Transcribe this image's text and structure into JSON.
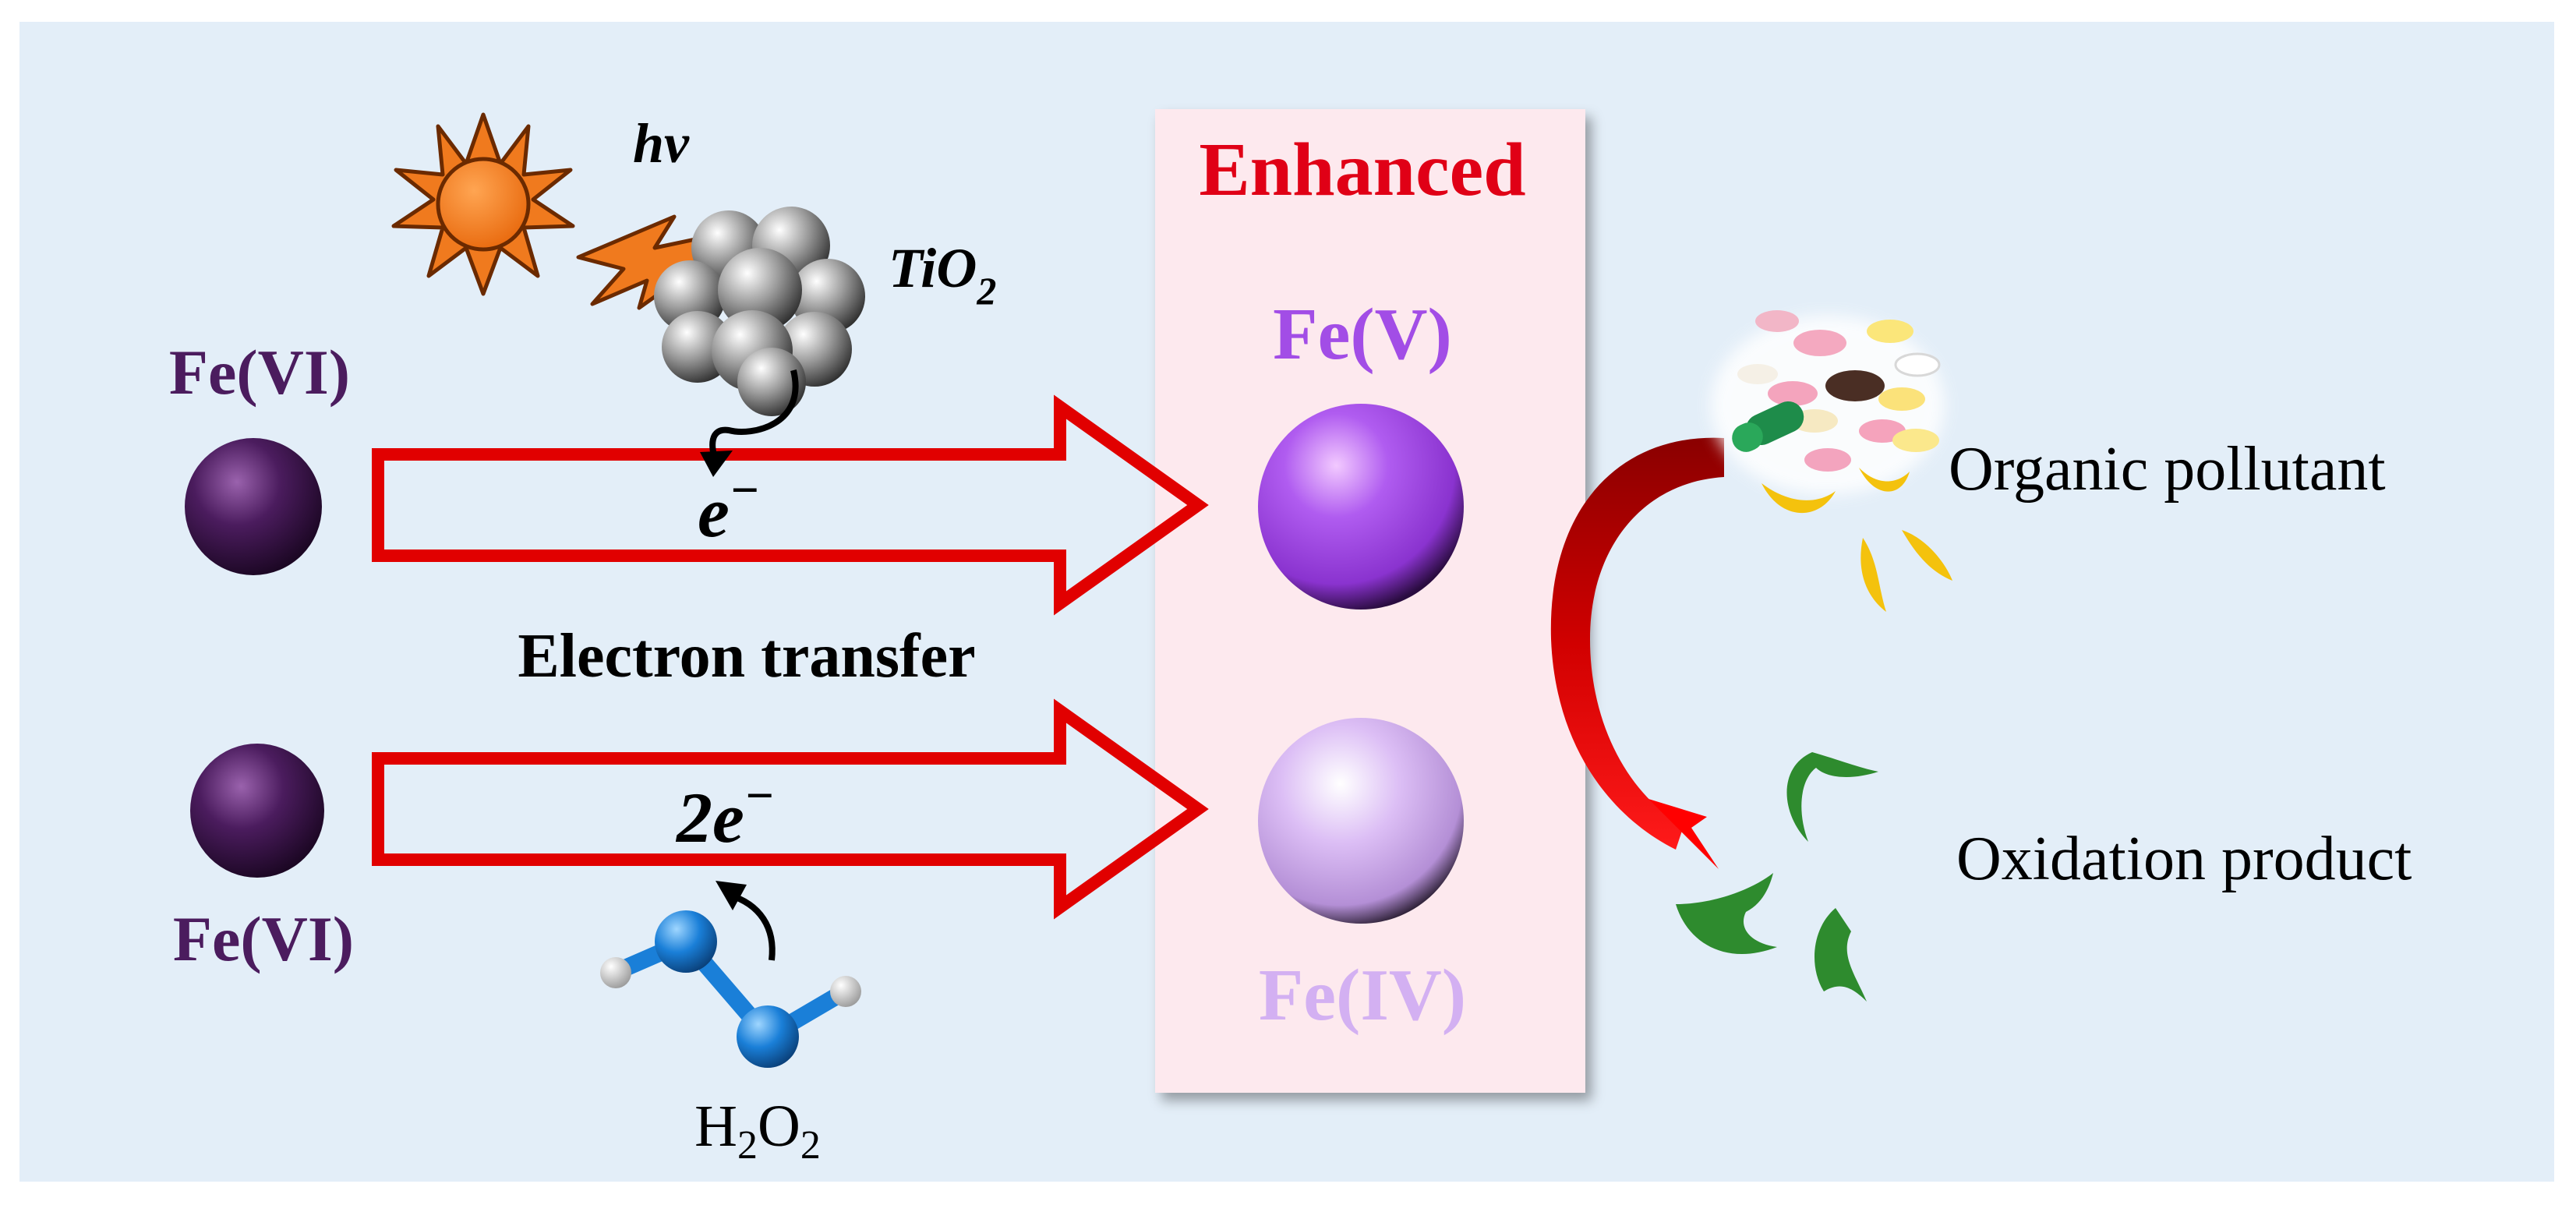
{
  "labels": {
    "hv": "hv",
    "tio2_base": "TiO",
    "tio2_sub": "2",
    "fe_vi_top": "Fe(VI)",
    "fe_vi_bottom": "Fe(VI)",
    "electron_single": "e",
    "electron_single_sup": "−",
    "electron_double": "2e",
    "electron_double_sup": "−",
    "electron_transfer": "Electron transfer",
    "h2o2_h": "H",
    "h2o2_sub1": "2",
    "h2o2_o": "O",
    "h2o2_sub2": "2",
    "enhanced": "Enhanced",
    "fe_v": "Fe(V)",
    "fe_iv": "Fe(IV)",
    "organic_pollutant": "Organic pollutant",
    "oxidation_product": "Oxidation product"
  },
  "colors": {
    "background": "#e3eef8",
    "arrow_red": "#e10000",
    "fe_vi_purple": "#4b1c5e",
    "fe_v_purple": "#a24de6",
    "fe_iv_lilac": "#d3b0f2",
    "enhanced_panel": "#fde9ee",
    "enhanced_text": "#e00016",
    "sun_orange": "#f07a1e",
    "h2o2_blue": "#1a7fd8",
    "product_green": "#2e8b2e",
    "pollutant_yellow": "#f4c20d"
  },
  "icons": {
    "sun": "sun-icon",
    "lightning": "lightning-bolt-icon",
    "tio2_cluster": "tio2-nanoparticle-cluster",
    "h2o2_molecule": "h2o2-molecule-model",
    "pills": "pills-image"
  }
}
